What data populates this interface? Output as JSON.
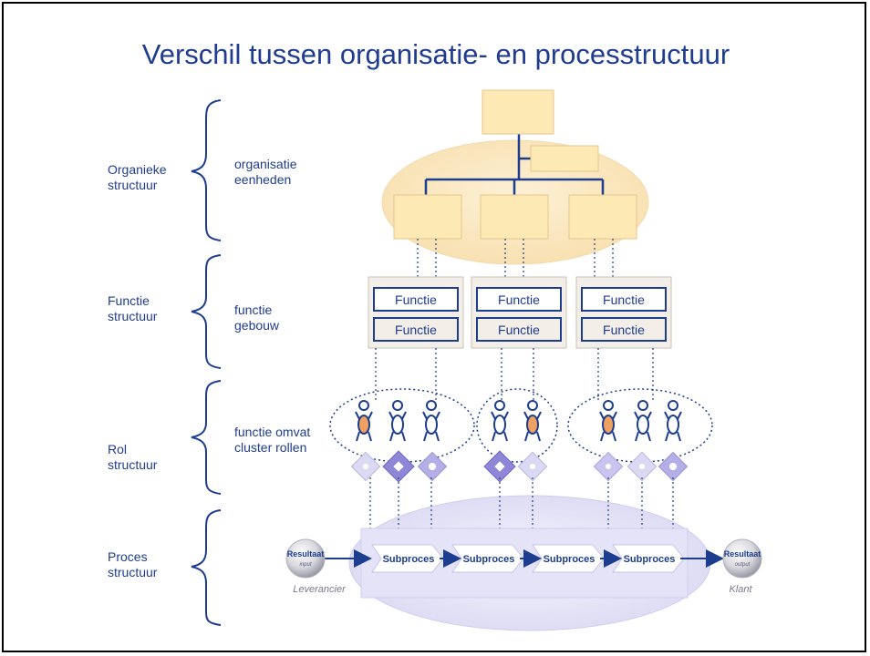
{
  "title": "Verschil tussen organisatie- en processtructuur",
  "colors": {
    "text": "#1f3c8f",
    "line": "#1d3d8f",
    "box_fill": "#fde9b4",
    "ellipse_fill": "#fbe6be",
    "role_highlight": "#f0a060",
    "role_diamond": "#8e86d6",
    "process_band": "#e4e3f7"
  },
  "layers": [
    {
      "name_lines": [
        "Organieke",
        "structuur"
      ],
      "desc_lines": [
        "organisatie",
        "eenheden"
      ]
    },
    {
      "name_lines": [
        "Functie",
        "structuur"
      ],
      "desc_lines": [
        "functie",
        "gebouw"
      ]
    },
    {
      "name_lines": [
        "Rol",
        "structuur"
      ],
      "desc_lines": [
        "functie omvat",
        "cluster rollen"
      ]
    },
    {
      "name_lines": [
        "Proces",
        "structuur"
      ],
      "desc_lines": []
    }
  ],
  "functions": {
    "groups": [
      [
        "Functie",
        "Functie"
      ],
      [
        "Functie",
        "Functie"
      ],
      [
        "Functie",
        "Functie"
      ]
    ]
  },
  "process": {
    "input_label": "Resultaat",
    "input_sub": "input",
    "output_label": "Resultaat",
    "output_sub": "output",
    "supplier": "Leverancier",
    "customer": "Klant",
    "steps": [
      "Subproces",
      "Subproces",
      "Subproces",
      "Subproces"
    ]
  },
  "icons": [
    "curly-brace-icon",
    "person-role-icon",
    "role-diamond-icon",
    "arrow-right-icon"
  ]
}
